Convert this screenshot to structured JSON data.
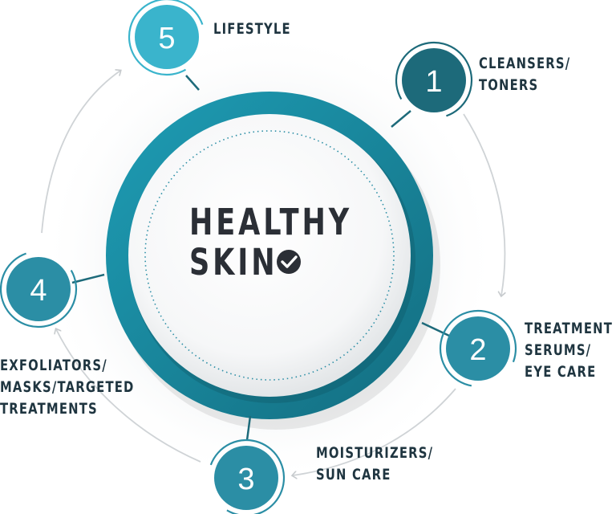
{
  "center": {
    "line1": "HEALTHY",
    "line2": "SKIN",
    "icon": "check-circle-icon"
  },
  "colors": {
    "ring": "#1a8fa6",
    "ring_dark": "#136d80",
    "dark_teal": "#1d6a7a",
    "teal": "#2b8ea5",
    "light_teal": "#3ab4cc",
    "text": "#1f3540",
    "arrow": "#c9cdd0"
  },
  "steps": [
    {
      "number": "1",
      "label": "CLEANSERS/\nTONERS"
    },
    {
      "number": "2",
      "label": "TREATMENT\nSERUMS/\nEYE CARE"
    },
    {
      "number": "3",
      "label": "MOISTURIZERS/\nSUN CARE"
    },
    {
      "number": "4",
      "label": "EXFOLIATORS/\nMASKS/TARGETED\nTREATMENTS"
    },
    {
      "number": "5",
      "label": "LIFESTYLE"
    }
  ]
}
